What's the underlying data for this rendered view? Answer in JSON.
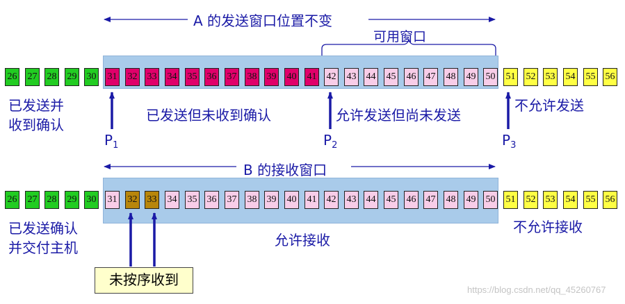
{
  "colors": {
    "acked": "#22cc22",
    "sent": "#e0006a",
    "allowed": "#f8cde8",
    "forbidden": "#ffff44",
    "out_of_order": "#b8860b",
    "window": "#a9cbea",
    "text": "#1a1aa6"
  },
  "a_window": {
    "title": "A 的发送窗口位置不变",
    "usable_window_label": "可用窗口",
    "acked": [
      26,
      27,
      28,
      29,
      30
    ],
    "sent_unacked": [
      31,
      32,
      33,
      34,
      35,
      36,
      37,
      38,
      39,
      40,
      41
    ],
    "allowed_not_sent": [
      42,
      43,
      44,
      45,
      46,
      47,
      48,
      49,
      50
    ],
    "not_allowed": [
      51,
      52,
      53,
      54,
      55,
      56
    ],
    "labels": {
      "acked_line1": "已发送并",
      "acked_line2": "收到确认",
      "sent_unacked": "已发送但未收到确认",
      "allowed_not_sent": "允许发送但尚未发送",
      "not_allowed": "不允许发送"
    },
    "pointers": [
      {
        "name": "P",
        "sub": "1"
      },
      {
        "name": "P",
        "sub": "2"
      },
      {
        "name": "P",
        "sub": "3"
      }
    ]
  },
  "b_window": {
    "title": "B 的接收窗口",
    "delivered": [
      26,
      27,
      28,
      29,
      30
    ],
    "window": [
      31,
      32,
      33,
      34,
      35,
      36,
      37,
      38,
      39,
      40,
      41,
      42,
      43,
      44,
      45,
      46,
      47,
      48,
      49,
      50
    ],
    "out_of_order_received": [
      32,
      33
    ],
    "not_allowed": [
      51,
      52,
      53,
      54,
      55,
      56
    ],
    "labels": {
      "delivered_line1": "已发送确认",
      "delivered_line2": "并交付主机",
      "allowed": "允许接收",
      "not_allowed": "不允许接收"
    },
    "note": "未按序收到"
  },
  "watermark": "https://blog.csdn.net/qq_45260767"
}
